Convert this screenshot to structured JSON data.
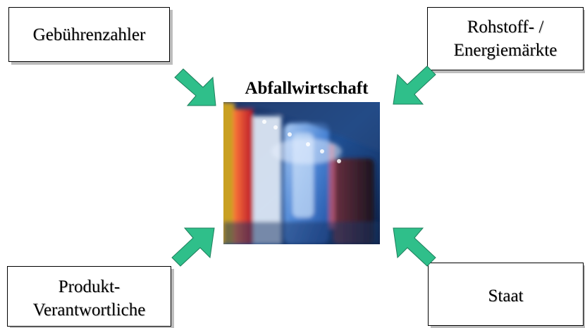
{
  "title": "Abfallwirtschaft",
  "boxes": {
    "gebuehrenzahler": {
      "lines": [
        "Gebührenzahler"
      ]
    },
    "rohstoff_energie": {
      "lines": [
        "Rohstoff- /",
        "Energiemärkte"
      ]
    },
    "produkt_verantwortliche": {
      "lines": [
        "Produkt-",
        "Verantwortliche"
      ]
    },
    "staat": {
      "lines": [
        "Staat"
      ]
    }
  },
  "colors": {
    "arrow_fill": "#2fbf8a",
    "arrow_stroke": "#1e7f5c",
    "box_border": "#000000",
    "box_shadow": "#bdbdbd"
  },
  "image": {
    "description": "photo-of-colored-plastic-containers"
  },
  "arrows": [
    {
      "name": "arrow-from-gebuehrenzahler",
      "direction": "down-right"
    },
    {
      "name": "arrow-from-rohstoff-energie",
      "direction": "down-left"
    },
    {
      "name": "arrow-from-produkt-verantwortliche",
      "direction": "up-right"
    },
    {
      "name": "arrow-from-staat",
      "direction": "up-left"
    }
  ]
}
